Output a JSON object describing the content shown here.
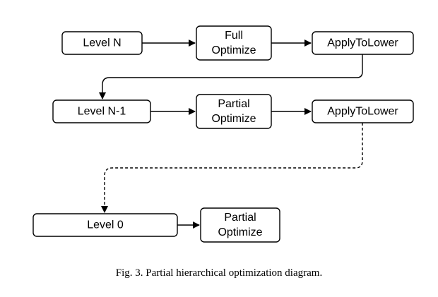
{
  "nodes": {
    "level_n": [
      "Level N"
    ],
    "full_optimize": [
      "Full",
      "Optimize"
    ],
    "apply_lower_1": [
      "ApplyToLower"
    ],
    "level_n_1": [
      "Level N-1"
    ],
    "partial_optimize_1": [
      "Partial",
      "Optimize"
    ],
    "apply_lower_2": [
      "ApplyToLower"
    ],
    "level_0": [
      "Level 0"
    ],
    "partial_optimize_0": [
      "Partial",
      "Optimize"
    ]
  },
  "edges": [
    {
      "from": "level_n",
      "to": "full_optimize",
      "style": "solid"
    },
    {
      "from": "full_optimize",
      "to": "apply_lower_1",
      "style": "solid"
    },
    {
      "from": "apply_lower_1",
      "to": "level_n_1",
      "style": "solid"
    },
    {
      "from": "level_n_1",
      "to": "partial_optimize_1",
      "style": "solid"
    },
    {
      "from": "partial_optimize_1",
      "to": "apply_lower_2",
      "style": "solid"
    },
    {
      "from": "apply_lower_2",
      "to": "level_0",
      "style": "dashed"
    },
    {
      "from": "level_0",
      "to": "partial_optimize_0",
      "style": "solid"
    }
  ],
  "caption": "Fig. 3.  Partial hierarchical optimization diagram."
}
